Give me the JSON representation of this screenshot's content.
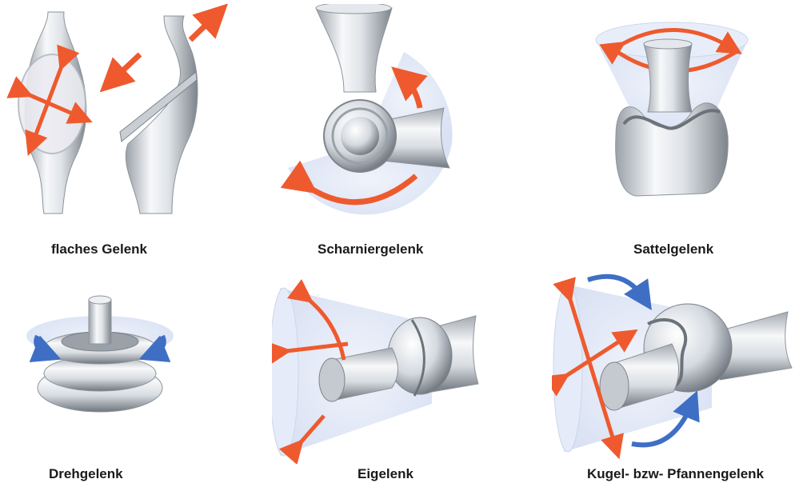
{
  "joints": [
    {
      "name": "flaches Gelenk"
    },
    {
      "name": "Scharniergelenk"
    },
    {
      "name": "Sattelgelenk"
    },
    {
      "name": "Drehgelenk"
    },
    {
      "name": "Eigelenk"
    },
    {
      "name": "Kugel- bzw- Pfannengelenk"
    }
  ],
  "colors": {
    "arrow_orange": "#ee5a2e",
    "arrow_blue": "#3f6fc4",
    "bone_light": "#f2f4f6",
    "bone_shadow": "#8c939a",
    "motion_field": "#dfe7f6"
  }
}
